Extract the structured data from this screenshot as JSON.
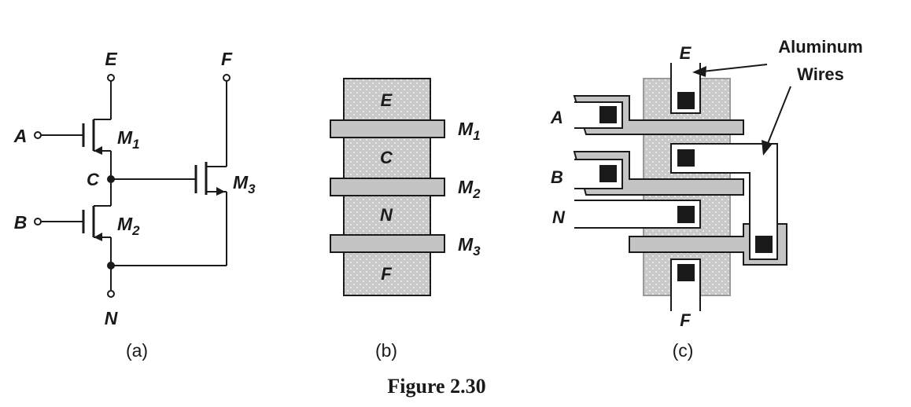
{
  "panel_a": {
    "terminals": {
      "E": "E",
      "F": "F",
      "A": "A",
      "B": "B",
      "C": "C",
      "N": "N"
    },
    "transistors": {
      "m1": "M",
      "m1_sub": "1",
      "m2": "M",
      "m2_sub": "2",
      "m3": "M",
      "m3_sub": "3"
    },
    "caption": "(a)"
  },
  "panel_b": {
    "regions": {
      "E": "E",
      "C": "C",
      "N": "N",
      "F": "F"
    },
    "gates": {
      "m1": "M",
      "m1_sub": "1",
      "m2": "M",
      "m2_sub": "2",
      "m3": "M",
      "m3_sub": "3"
    },
    "caption": "(b)"
  },
  "panel_c": {
    "terminals": {
      "E": "E",
      "A": "A",
      "B": "B",
      "N": "N",
      "F": "F"
    },
    "annotation_line1": "Aluminum",
    "annotation_line2": "Wires",
    "caption": "(c)"
  },
  "figure_caption": "Figure 2.30",
  "colors": {
    "diffusion": "#c8c8c8",
    "poly": "#c4c4c4",
    "ink": "#1a1a1a",
    "contact": "#1a1a1a"
  }
}
